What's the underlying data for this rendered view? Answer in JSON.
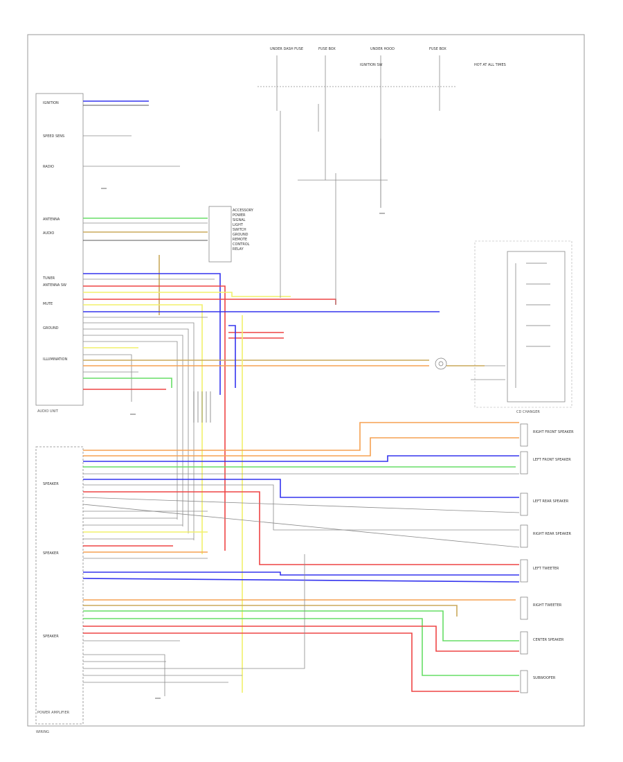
{
  "colors": {
    "red": "#ee4444",
    "blue": "#3333ee",
    "orange": "#f5a050",
    "yellow": "#f2f06a",
    "green": "#66dd66",
    "tan": "#caa85a",
    "gray": "#8a8a8a",
    "black": "#222222"
  },
  "left_group_labels": [
    "IGNITION",
    "SPEED SENS",
    "RADIO",
    "ANTENNA",
    "AUDIO",
    "TUNER",
    "ANTENNA SW",
    "MUTE",
    "GROUND",
    "ILLUMINATION",
    "SPEAKER",
    "SPEAKER",
    "SPEAKER"
  ],
  "mid_labels": [
    "ACCESSORY",
    "POWER",
    "SIGNAL",
    "LIGHT",
    "SWITCH",
    "GROUND",
    "REMOTE",
    "CONTROL",
    "RELAY"
  ],
  "top_labels": [
    "UNDER DASH FUSE",
    "FUSE BOX",
    "UNDER HOOD",
    "FUSE BOX",
    "IGNITION SW",
    "HOT AT ALL TIMES"
  ],
  "right_labels": [
    "RIGHT FRONT SPEAKER",
    "LEFT FRONT SPEAKER",
    "LEFT REAR SPEAKER",
    "RIGHT REAR SPEAKER",
    "LEFT TWEETER",
    "RIGHT TWEETER",
    "CENTER SPEAKER",
    "SUBWOOFER"
  ],
  "box_labels": [
    "AUDIO UNIT",
    "POWER AMPLIFIER",
    "CD CHANGER"
  ],
  "footer_code": "WIRING"
}
